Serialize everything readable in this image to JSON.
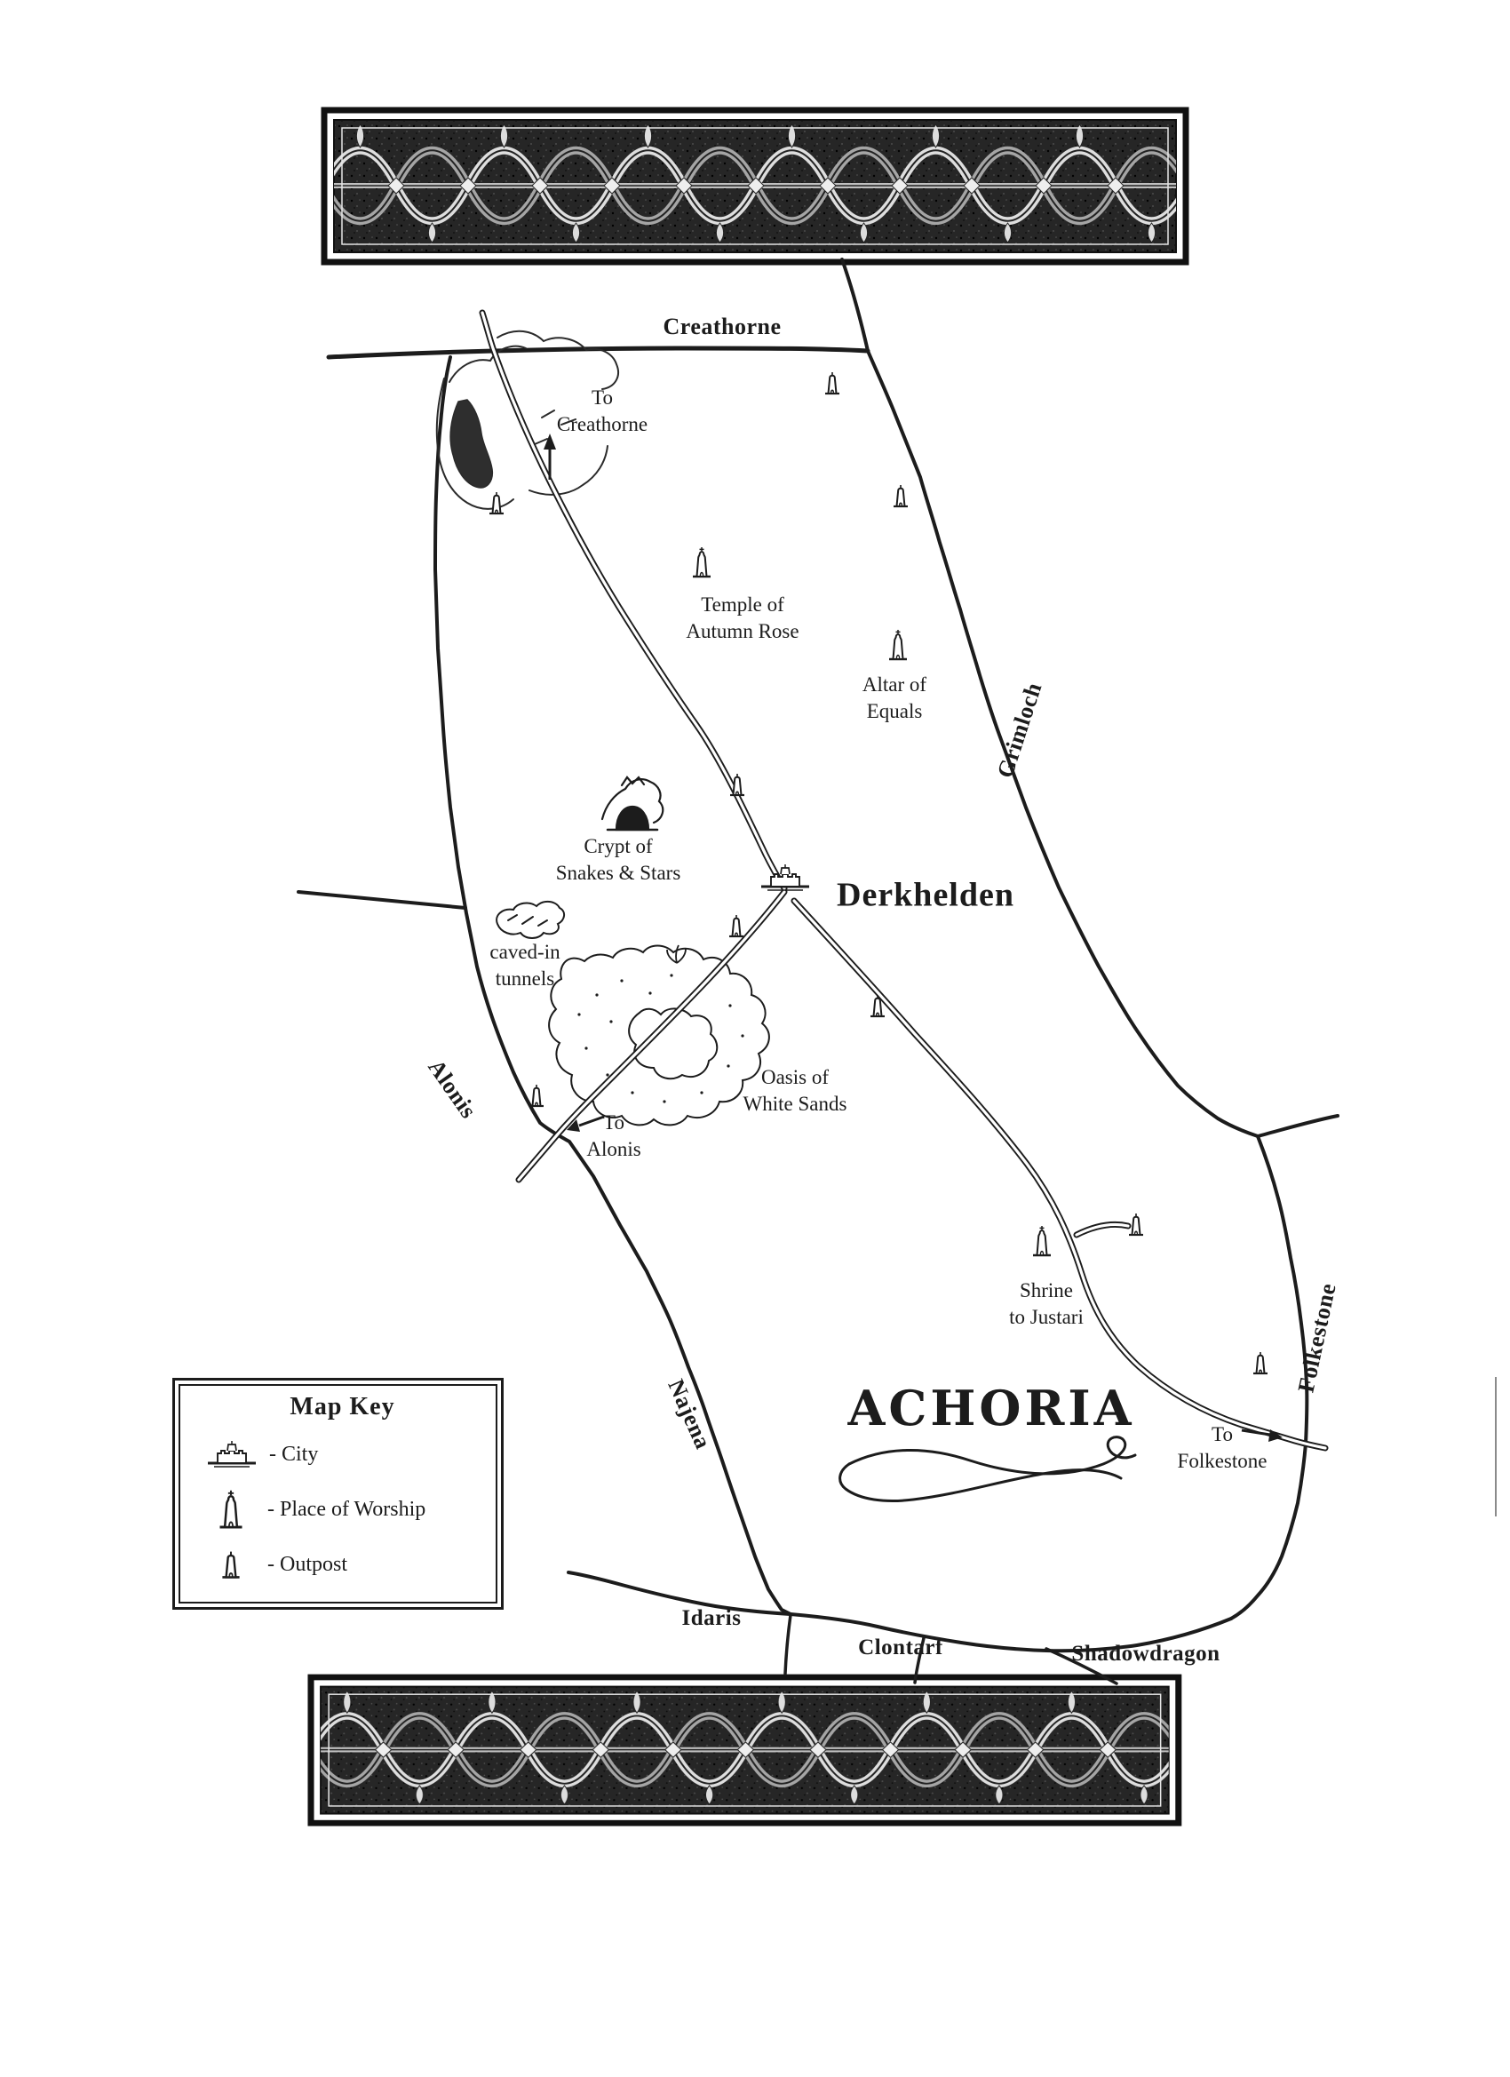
{
  "title": "ACHORIA",
  "map_key": {
    "title": "Map Key",
    "items": [
      {
        "icon": "city-icon",
        "label": "- City"
      },
      {
        "icon": "place-of-worship-icon",
        "label": "- Place of Worship"
      },
      {
        "icon": "outpost-icon",
        "label": "- Outpost"
      }
    ]
  },
  "regions": {
    "creathorne": "Creathorne",
    "grimloch": "Grimloch",
    "folkestone": "Folkestone",
    "alonis": "Alonis",
    "najena": "Najena",
    "idaris": "Idaris",
    "clontarf": "Clontarf",
    "shadowdragon": "Shadowdragon"
  },
  "settlements": {
    "derkhelden": "Derkhelden"
  },
  "routes": {
    "to_creathorne": "To\nCreathorne",
    "to_alonis": "To\nAlonis",
    "to_folkestone": "To\nFolkestone"
  },
  "poi": {
    "temple_of_autumn_rose": "Temple of\nAutumn Rose",
    "altar_of_equals": "Altar of\nEquals",
    "crypt_of_snakes_and_stars": "Crypt of\nSnakes & Stars",
    "caved_in_tunnels": "caved-in\ntunnels",
    "oasis_of_white_sands": "Oasis of\nWhite Sands",
    "shrine_to_justari": "Shrine\nto Justari"
  },
  "colors": {
    "ink": "#1c1c1c",
    "paper": "#ffffff"
  }
}
